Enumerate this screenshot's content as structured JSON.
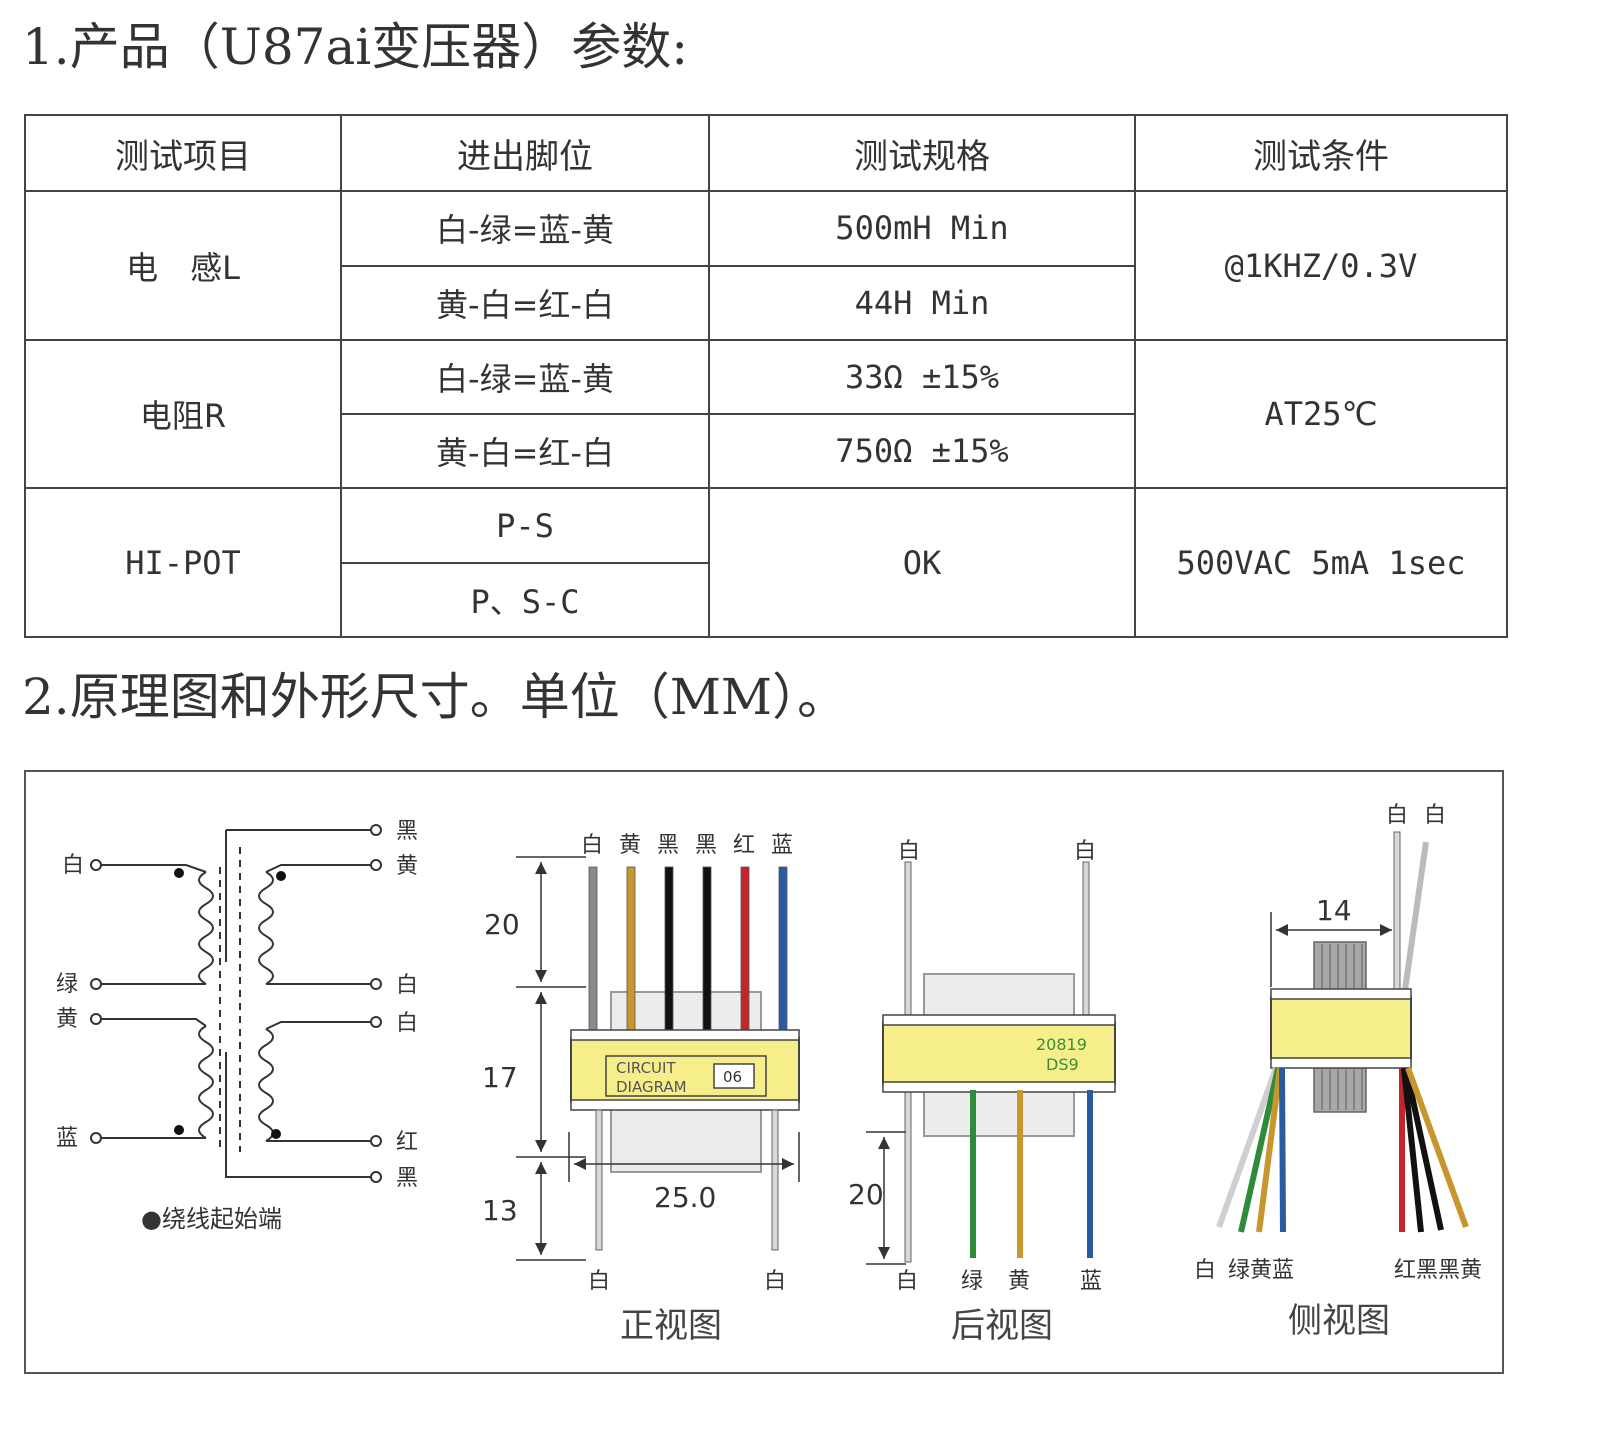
{
  "section1": {
    "title": "1.产品（U87ai变压器）参数:"
  },
  "table": {
    "headers": [
      "测试项目",
      "进出脚位",
      "测试规格",
      "测试条件"
    ],
    "inductance": {
      "item": "电　感L",
      "pins": [
        "白-绿=蓝-黄",
        "黄-白=红-白"
      ],
      "specs": [
        "500mH Min",
        "44H Min"
      ],
      "condition": "@1KHZ/0.3V"
    },
    "resistance": {
      "item": "电阻R",
      "pins": [
        "白-绿=蓝-黄",
        "黄-白=红-白"
      ],
      "specs": [
        "33Ω ±15%",
        "750Ω ±15%"
      ],
      "condition": "AT25℃"
    },
    "hipot": {
      "item": "HI-POT",
      "pins": [
        "P-S",
        "P、S-C"
      ],
      "spec": "OK",
      "condition": "500VAC 5mA 1sec"
    }
  },
  "section2": {
    "title": "2.原理图和外形尺寸。单位（MM）。"
  },
  "schematic": {
    "left_labels": [
      "白",
      "绿",
      "黄",
      "蓝"
    ],
    "right_labels": [
      "黑",
      "黄",
      "白",
      "白",
      "红",
      "黑"
    ],
    "legend": "●绕线起始端"
  },
  "front_view": {
    "top_labels": [
      "白",
      "黄",
      "黑",
      "黑",
      "红",
      "蓝"
    ],
    "bottom_labels": [
      "白",
      "白"
    ],
    "dims": [
      "20",
      "17",
      "13",
      "25.0"
    ],
    "sticker": [
      "CIRCUIT",
      "DIAGRAM",
      "06"
    ],
    "caption": "正视图",
    "lead_colors": [
      "#8a8a8a",
      "#c8962e",
      "#111111",
      "#111111",
      "#c0262c",
      "#2a5aa0"
    ]
  },
  "back_view": {
    "top_labels": [
      "白",
      "白"
    ],
    "bottom_labels": [
      "白",
      "绿",
      "黄",
      "蓝"
    ],
    "dim": "20",
    "marking": [
      "20819",
      "DS9"
    ],
    "caption": "后视图"
  },
  "side_view": {
    "top_labels": [
      "白",
      "白"
    ],
    "dim": "14",
    "bottom_left_labels": [
      "白",
      "绿黄蓝"
    ],
    "bottom_right_labels": [
      "红黑黑黄"
    ],
    "caption": "侧视图"
  },
  "colors": {
    "bobbin_yellow": "#f6ee8a",
    "wire_gray": "#bdbdbd",
    "green": "#2e8b3a",
    "yellow": "#c8962e",
    "blue": "#2a5aa0",
    "red": "#c0262c",
    "black": "#111111",
    "white_lead": "#d8d8d8"
  }
}
